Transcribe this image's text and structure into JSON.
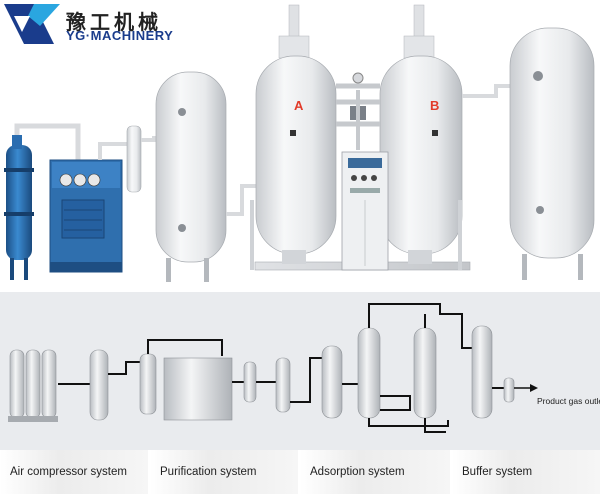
{
  "brand": {
    "name_cn": "豫工机械",
    "name_en": "YG·MACHINERY",
    "color_primary": "#1a3c8c"
  },
  "photo": {
    "tank_a_label": "A",
    "tank_b_label": "B",
    "icons": [
      "air-dryer",
      "refrigerated-dryer",
      "filter",
      "air-tank",
      "adsorption-tower",
      "control-cabinet",
      "buffer-tank"
    ]
  },
  "diagram": {
    "outlet_label": "Product gas outlet"
  },
  "stages": [
    {
      "label": "Air compressor system"
    },
    {
      "label": "Purification system"
    },
    {
      "label": "Adsorption system"
    },
    {
      "label": "Buffer system"
    }
  ]
}
